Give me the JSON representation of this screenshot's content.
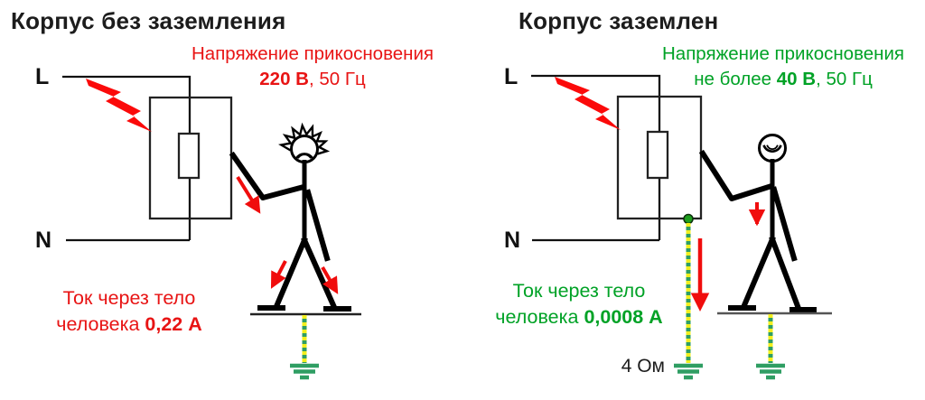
{
  "left_panel": {
    "title": "Корпус без заземления",
    "phase_label": "L",
    "neutral_label": "N",
    "touch_voltage": {
      "heading": "Напряжение прикосновения",
      "value": "220 В",
      "suffix": ", 50 Гц"
    },
    "body_current": {
      "line1": "Ток через тело",
      "prefix": "человека ",
      "value": "0,22 А"
    }
  },
  "right_panel": {
    "title": "Корпус заземлен",
    "phase_label": "L",
    "neutral_label": "N",
    "touch_voltage": {
      "heading": "Напряжение прикосновения",
      "prefix": "не более ",
      "value": "40 В",
      "suffix": ", 50 Гц"
    },
    "body_current": {
      "line1": "Ток через тело",
      "prefix": "человека ",
      "value": "0,0008 А"
    },
    "ground_resistance_label": "4 Ом"
  },
  "colors": {
    "danger_red_text": "#e81414",
    "safe_green_text": "#00a226",
    "lightning_red": "#fb0a0a",
    "arrow_red": "#f00d0d",
    "ground_symbol_green": "#2f9e63",
    "ground_wire_yellow": "#f2ef1d",
    "connection_node_green": "#1e9e1e",
    "circuit_black": "#111111"
  }
}
